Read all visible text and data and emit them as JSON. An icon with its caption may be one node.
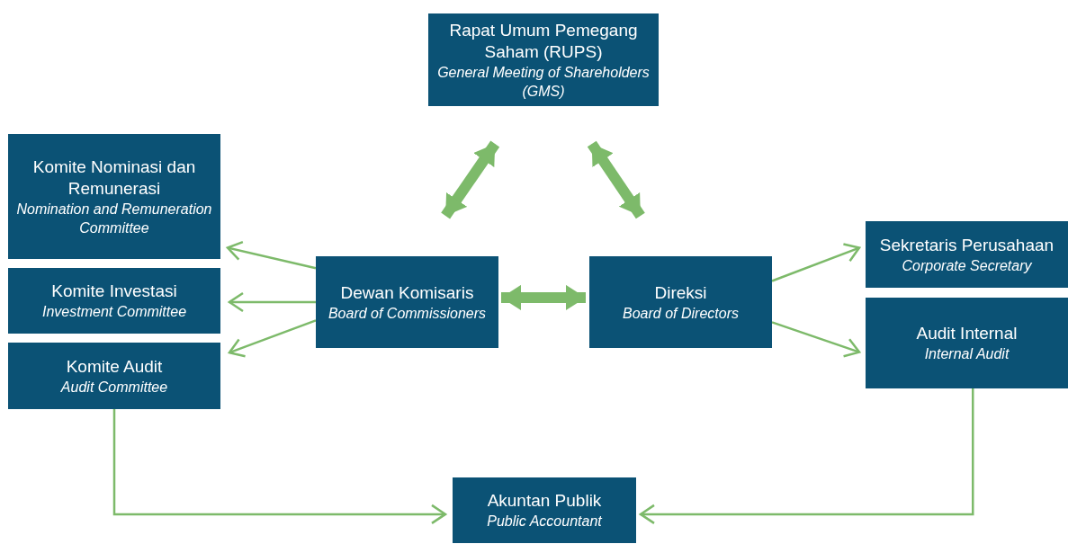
{
  "diagram": {
    "nodes": [
      {
        "text": [
          "Rapat Umum Pemegang Saham (RUPS)",
          "General Meeting of Shareholders (GMS)"
        ]
      },
      {
        "text": [
          "Komite Nominasi dan Remunerasi",
          "Nomination and Remuneration Committee"
        ]
      },
      {
        "text": [
          "Komite Investasi",
          "Investment Committee"
        ]
      },
      {
        "text": [
          "Komite Audit",
          "Audit Committee"
        ]
      },
      {
        "text": [
          "Dewan Komisaris",
          "Board of Commissioners"
        ]
      },
      {
        "text": [
          "Direksi",
          "Board of Directors"
        ]
      },
      {
        "text": [
          "Sekretaris Perusahaan",
          "Corporate Secretary"
        ]
      },
      {
        "text": [
          "Audit Internal",
          "Internal Audit"
        ]
      },
      {
        "text": [
          "Akuntan Publik",
          "Public Accountant"
        ]
      }
    ],
    "edges": [
      {
        "from": 0,
        "to": 4,
        "arrow": "both",
        "style": "thick"
      },
      {
        "from": 0,
        "to": 5,
        "arrow": "both",
        "style": "thick"
      },
      {
        "from": 4,
        "to": 5,
        "arrow": "both",
        "style": "thick"
      },
      {
        "from": 4,
        "to": 1,
        "arrow": "to"
      },
      {
        "from": 4,
        "to": 2,
        "arrow": "to"
      },
      {
        "from": 4,
        "to": 3,
        "arrow": "to"
      },
      {
        "from": 5,
        "to": 6,
        "arrow": "to"
      },
      {
        "from": 5,
        "to": 7,
        "arrow": "to"
      },
      {
        "from": 3,
        "to": 8,
        "arrow": "to"
      },
      {
        "from": 7,
        "to": 8,
        "arrow": "to"
      }
    ]
  }
}
